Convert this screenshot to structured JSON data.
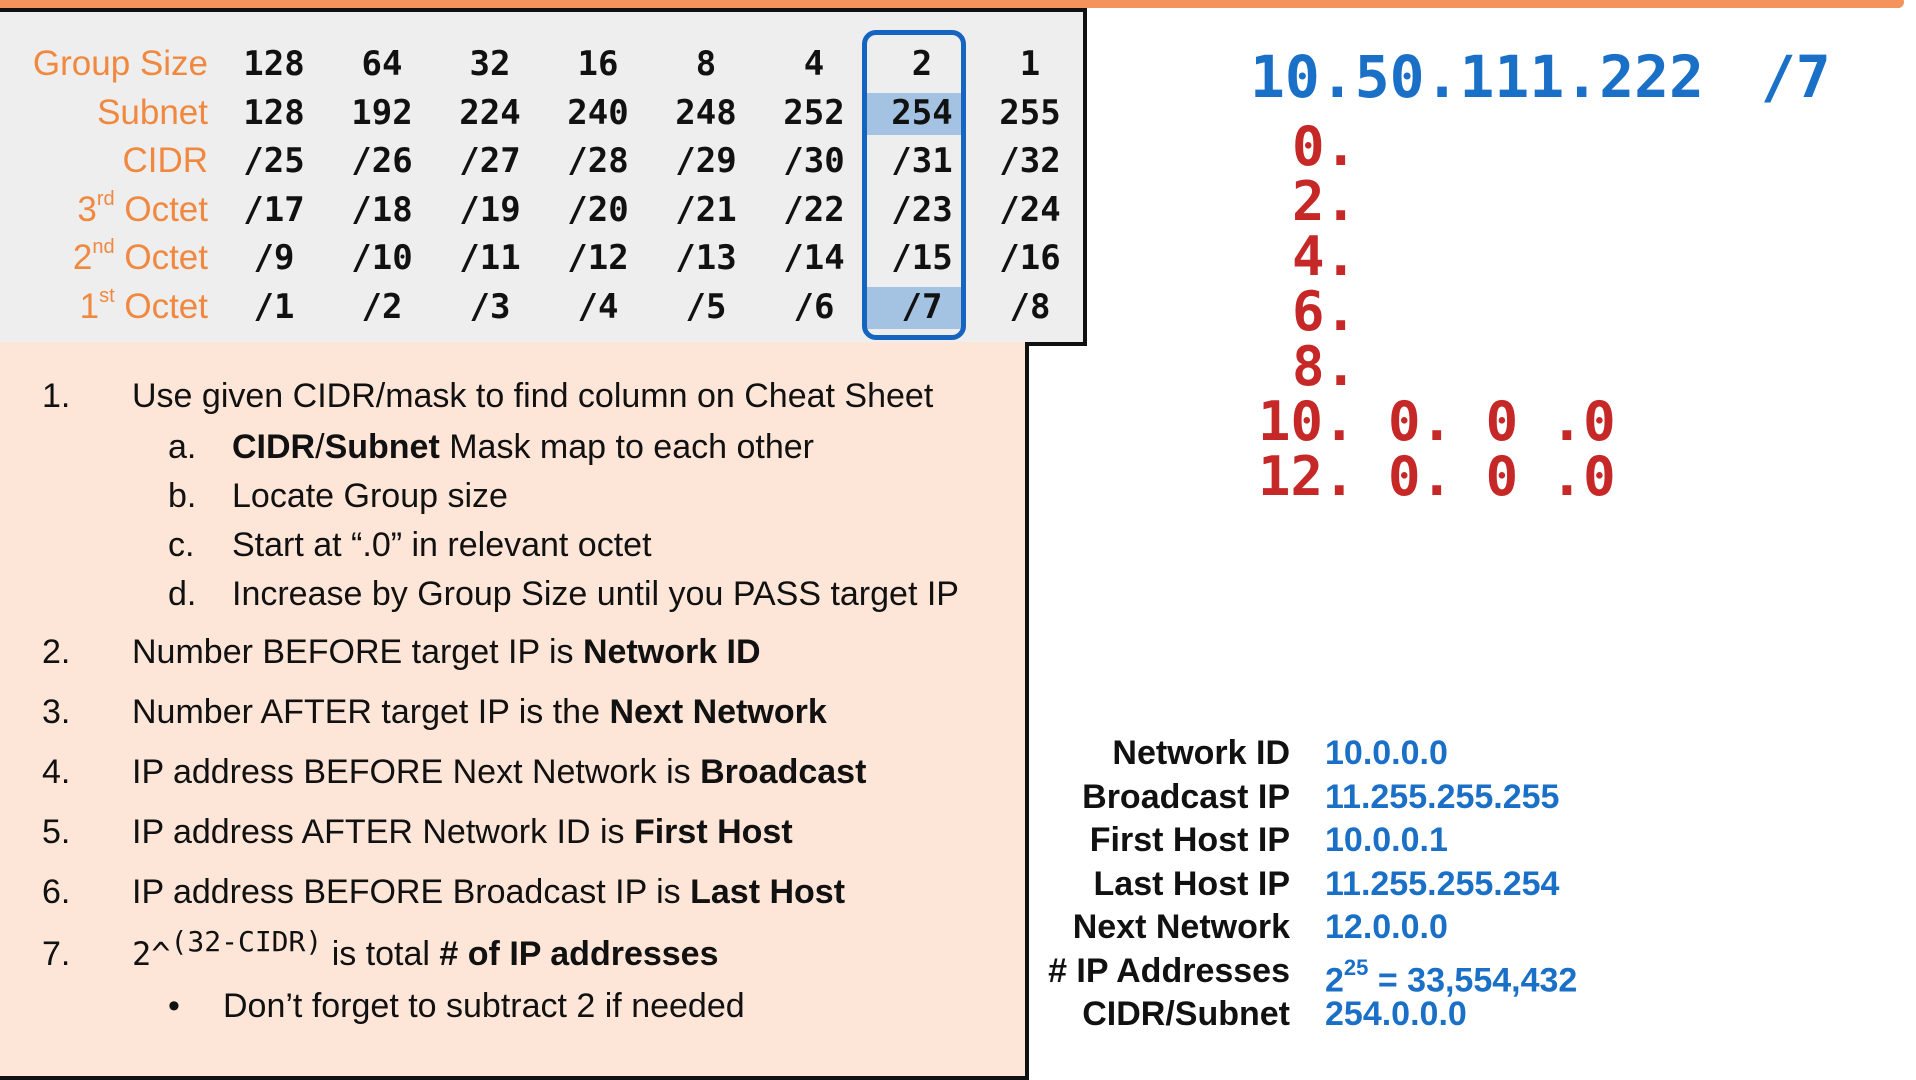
{
  "cheat_sheet": {
    "rows": [
      {
        "label": "Group Size",
        "suffix": "",
        "rest": "",
        "values": [
          "128",
          "64",
          "32",
          "16",
          "8",
          "4",
          "2",
          "1"
        ]
      },
      {
        "label": "Subnet",
        "suffix": "",
        "rest": "",
        "values": [
          "128",
          "192",
          "224",
          "240",
          "248",
          "252",
          "254",
          "255"
        ]
      },
      {
        "label": "CIDR",
        "suffix": "",
        "rest": "",
        "values": [
          "/25",
          "/26",
          "/27",
          "/28",
          "/29",
          "/30",
          "/31",
          "/32"
        ]
      },
      {
        "label": "3",
        "suffix": "rd",
        "rest": " Octet",
        "values": [
          "/17",
          "/18",
          "/19",
          "/20",
          "/21",
          "/22",
          "/23",
          "/24"
        ]
      },
      {
        "label": "2",
        "suffix": "nd",
        "rest": " Octet",
        "values": [
          "/9",
          "/10",
          "/11",
          "/12",
          "/13",
          "/14",
          "/15",
          "/16"
        ]
      },
      {
        "label": "1",
        "suffix": "st",
        "rest": " Octet",
        "values": [
          "/1",
          "/2",
          "/3",
          "/4",
          "/5",
          "/6",
          "/7",
          "/8"
        ]
      }
    ],
    "highlight_column": 6,
    "highlight_rows": [
      1,
      5
    ]
  },
  "steps": [
    {
      "num": "1.",
      "pre": "Use given CIDR/mask to find column on Cheat Sheet",
      "bold": "",
      "post": ""
    },
    {
      "num": "a.",
      "pre": "",
      "bold": "CIDR",
      "post": "/"
    },
    {
      "num": "b.",
      "pre": "Locate Group size",
      "bold": "",
      "post": ""
    },
    {
      "num": "c.",
      "pre": "Start at “.0” in relevant octet",
      "bold": "",
      "post": ""
    },
    {
      "num": "d.",
      "pre": "Increase by Group Size until you PASS target IP",
      "bold": "",
      "post": ""
    },
    {
      "num": "2.",
      "pre": "Number BEFORE target IP is ",
      "bold": "Network ID",
      "post": ""
    },
    {
      "num": "3.",
      "pre": "Number AFTER target IP is the ",
      "bold": "Next Network",
      "post": ""
    },
    {
      "num": "4.",
      "pre": "IP address BEFORE Next Network is ",
      "bold": "Broadcast",
      "post": ""
    },
    {
      "num": "5.",
      "pre": "IP address AFTER Network ID is ",
      "bold": "First Host",
      "post": ""
    },
    {
      "num": "6.",
      "pre": "IP address BEFORE Broadcast IP is ",
      "bold": "Last Host",
      "post": ""
    },
    {
      "num": "7.",
      "pre": "2^",
      "bold": "",
      "post": ""
    },
    {
      "num": "•",
      "pre": "Don’t forget to subtract 2 if needed",
      "bold": "",
      "post": ""
    }
  ],
  "step_1a_bold2": "Subnet",
  "step_1a_rest": " Mask map to each other",
  "step_7_exponent": "(32-CIDR)",
  "step_7_mid": " is total ",
  "step_7_bold": "# of IP addresses",
  "target": {
    "ip": "10.50.111.222",
    "cidr": "/7"
  },
  "work_lines": [
    "0.",
    "2.",
    "4.",
    "6.",
    "8.",
    "10. 0. 0 .0",
    "12. 0. 0 .0"
  ],
  "answers": [
    {
      "label": "Network ID",
      "value": "10.0.0.0"
    },
    {
      "label": "Broadcast IP",
      "value": "11.255.255.255"
    },
    {
      "label": "First Host IP",
      "value": "10.0.0.1"
    },
    {
      "label": "Last Host IP",
      "value": "11.255.255.254"
    },
    {
      "label": "Next Network",
      "value": "12.0.0.0"
    },
    {
      "label": "# IP Addresses",
      "value": "2",
      "sup": "25",
      "value_rest": " = 33,554,432"
    },
    {
      "label": "CIDR/Subnet",
      "value": "254.0.0.0"
    }
  ],
  "colors": {
    "accent_orange": "#f0893f",
    "accent_blue": "#1a6fc7",
    "work_red": "#c62828",
    "highlight": "#a4c2e2"
  }
}
